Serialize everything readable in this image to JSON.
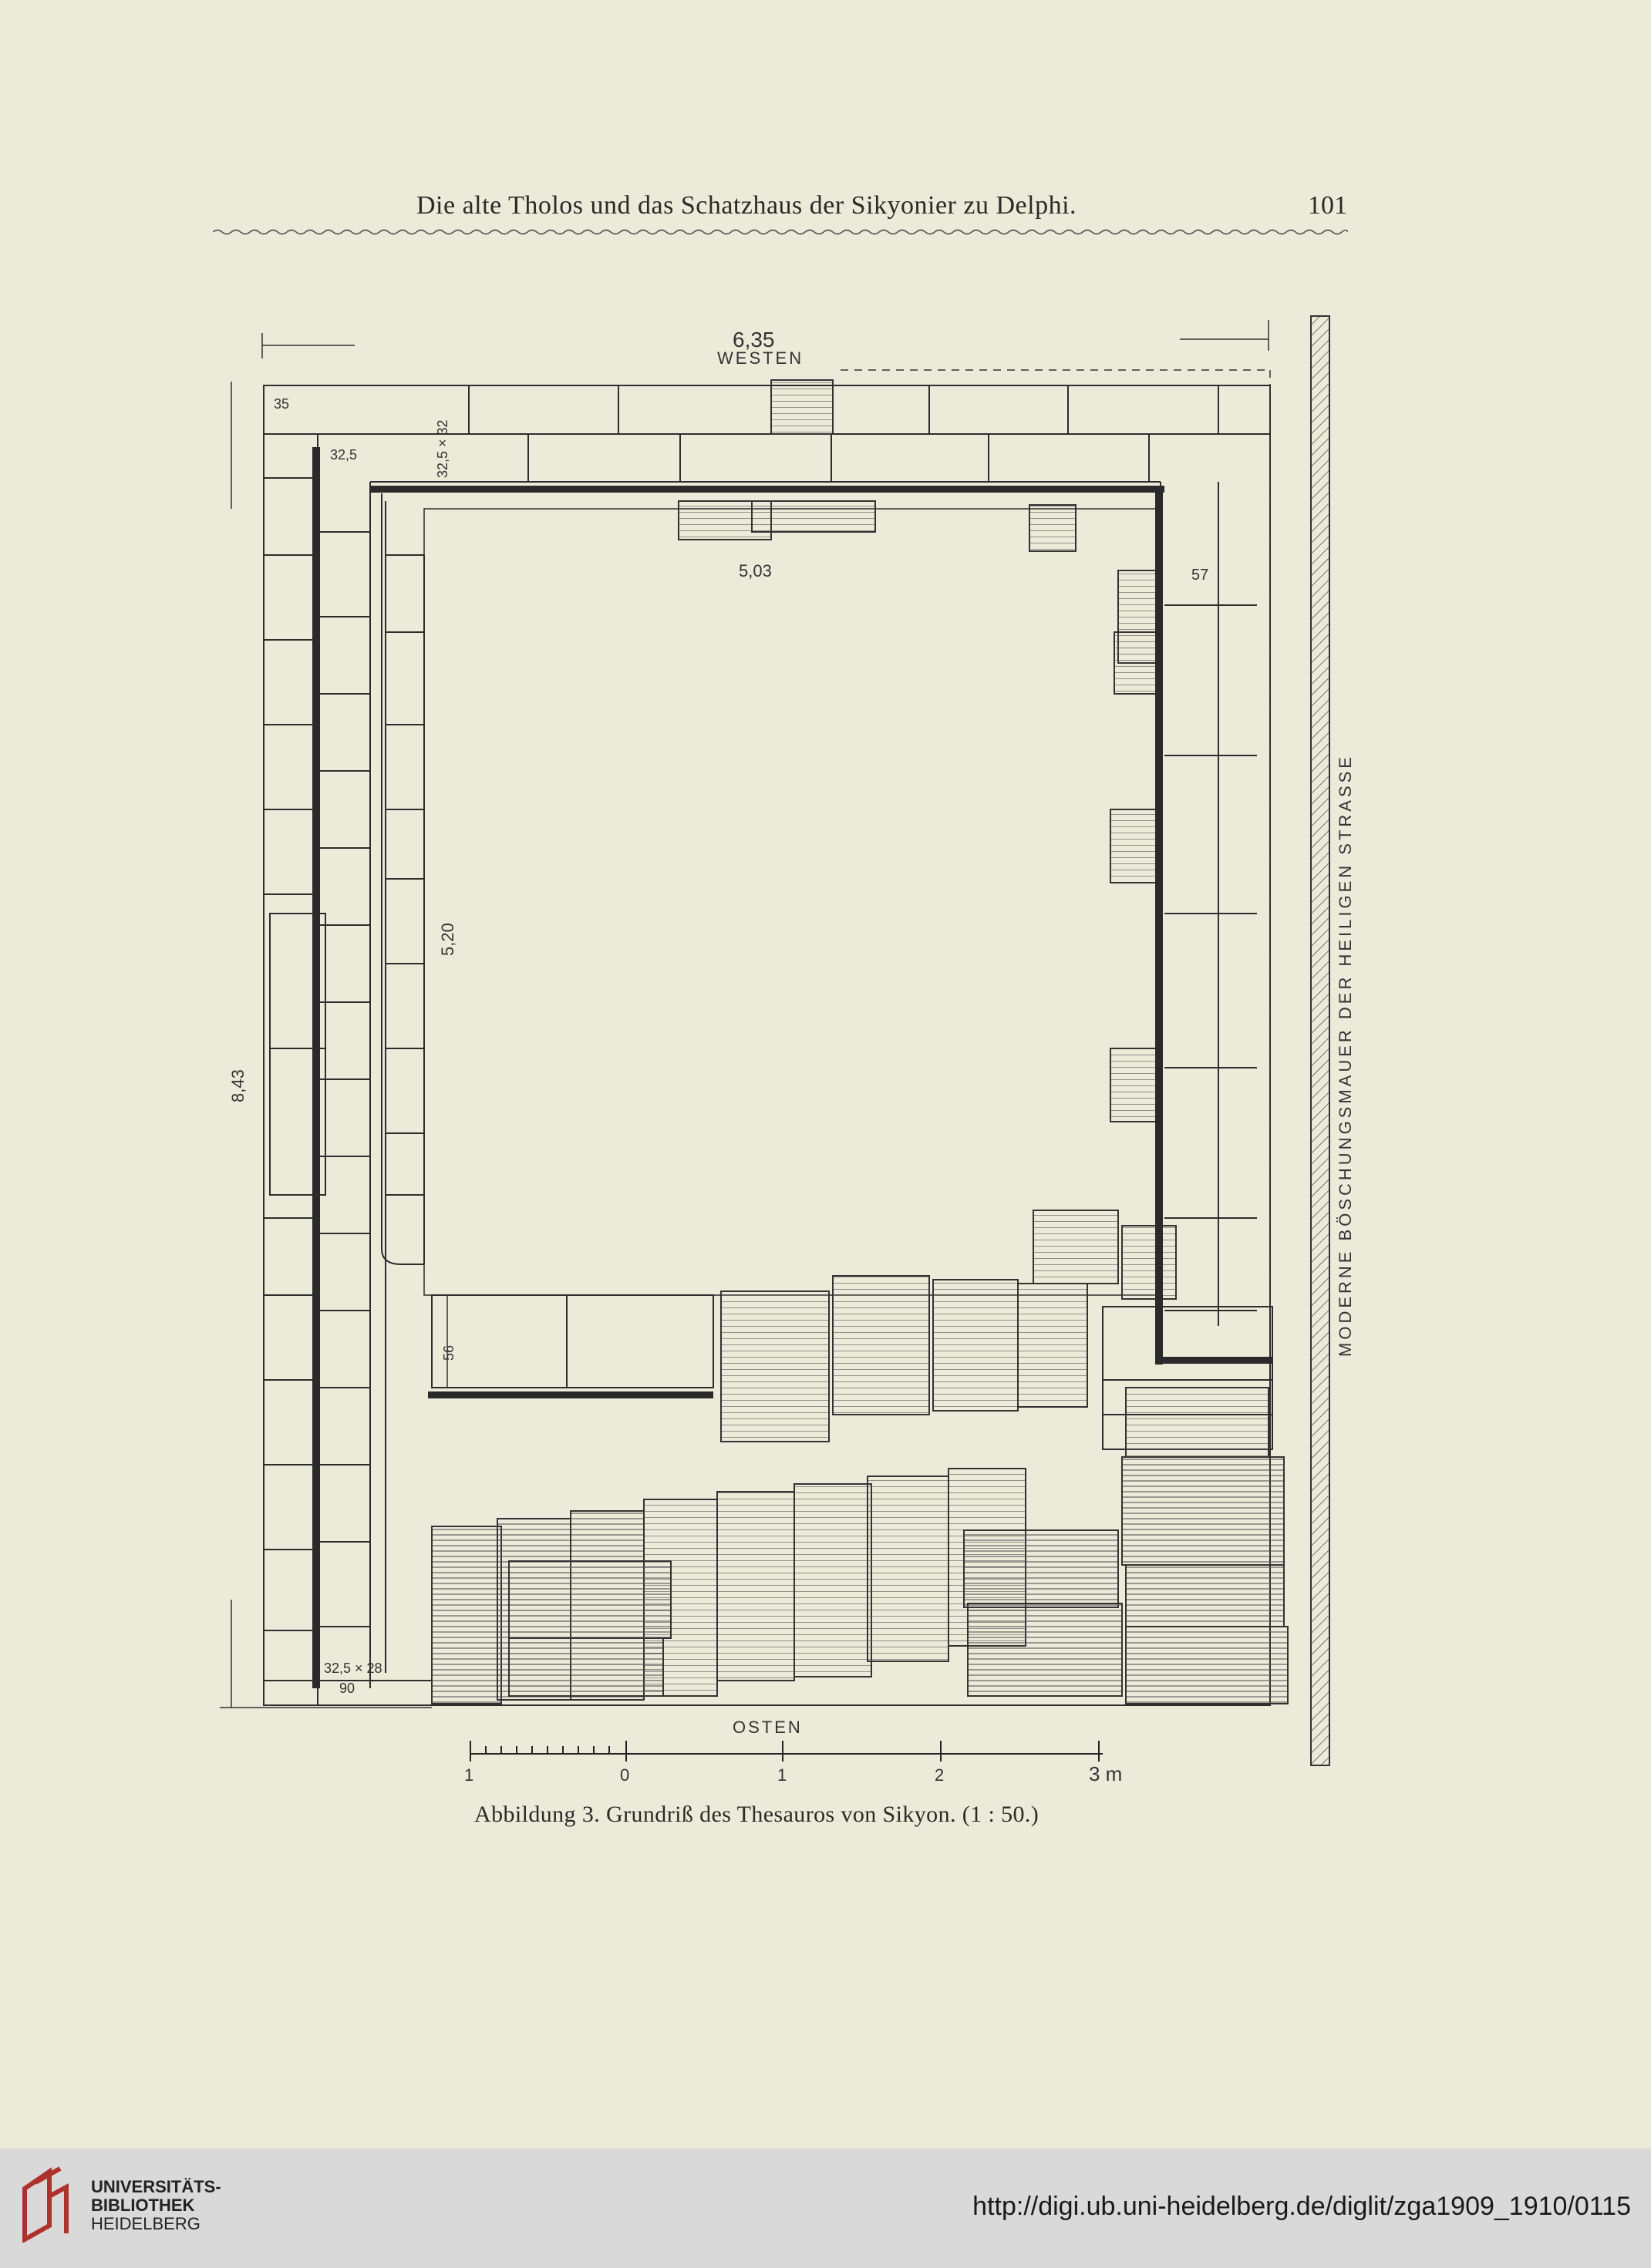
{
  "header": {
    "running_title": "Die alte Tholos und das Schatzhaus der Sikyonier zu Delphi.",
    "page_number": "101"
  },
  "figure": {
    "labels": {
      "west": "WESTEN",
      "east": "OSTEN",
      "road": "MODERNE BÖSCHUNGSMAUER DER HEILIGEN STRASSE"
    },
    "dimensions": {
      "total_width": "6,35",
      "total_length": "8,43",
      "inner_width": "5,03",
      "inner_length": "5,20",
      "wall_35": "35",
      "wall_32_5_top": "32,5",
      "block_32_5_x_32": "32,5 × 32",
      "wall_57": "57",
      "wall_56": "56",
      "block_32_5_x_28": "32,5 × 28",
      "wall_90": "90"
    },
    "scale_bar": {
      "ticks": [
        "1",
        "0",
        "1",
        "2",
        "3 m"
      ]
    }
  },
  "caption": "Abbildung 3.   Grundriß des Thesauros von Sikyon.   (1 : 50.)",
  "footer": {
    "library_line1": "UNIVERSITÄTS-",
    "library_line2": "BIBLIOTHEK",
    "library_line3": "HEIDELBERG",
    "url": "http://digi.ub.uni-heidelberg.de/diglit/zga1909_1910/0115",
    "brand_color": "#b0302c"
  }
}
